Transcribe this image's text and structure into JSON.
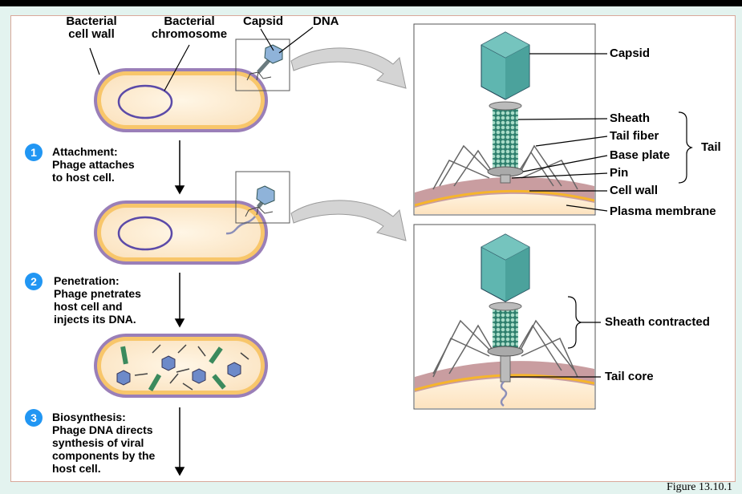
{
  "labels": {
    "cell_wall": "Bacterial\ncell wall",
    "chromosome": "Bacterial\nchromosome",
    "capsid_top": "Capsid",
    "dna_top": "DNA",
    "capsid": "Capsid",
    "sheath": "Sheath",
    "tail_fiber": "Tail fiber",
    "base_plate": "Base plate",
    "pin": "Pin",
    "tail": "Tail",
    "cell_wall_right": "Cell wall",
    "plasma_membrane": "Plasma membrane",
    "sheath_contracted": "Sheath contracted",
    "tail_core": "Tail core"
  },
  "steps": [
    {
      "number": "1",
      "text": "Attachment:\nPhage attaches\nto host cell."
    },
    {
      "number": "2",
      "text": "Penetration:\nPhage pnetrates\nhost cell and\ninjects its DNA."
    },
    {
      "number": "3",
      "text": "Biosynthesis:\nPhage DNA directs\nsynthesis of viral\ncomponents by the\nhost cell."
    }
  ],
  "caption": "Figure 13.10.1",
  "colors": {
    "cell_outer": "#9a7fb8",
    "cell_wall": "#f8c66a",
    "cytoplasm": "#fdf0dc",
    "chromosome": "#5b4aa8",
    "capsid": "#5fb6b0",
    "capsid_dark": "#2e8a84",
    "membrane": "#f6b52c",
    "cell_wall_band": "#c99da0",
    "arrow": "#c8c8c8",
    "badge": "#2196f3"
  }
}
